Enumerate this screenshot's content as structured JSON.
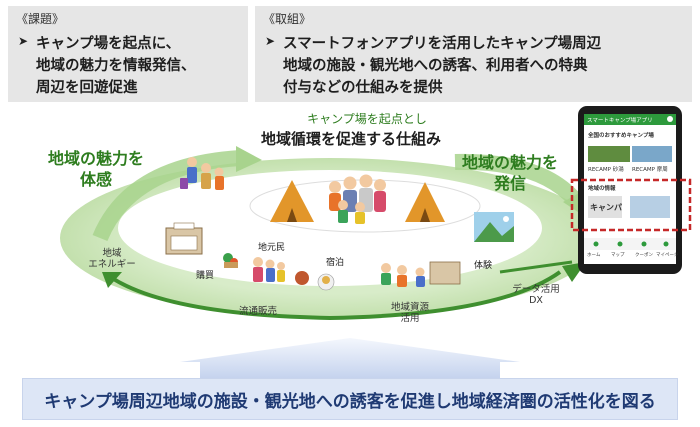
{
  "issue": {
    "title": "《課題》",
    "lines": [
      "キャンプ場を起点に、",
      "地域の魅力を情報発信、",
      "周辺を回遊促進"
    ]
  },
  "action": {
    "title": "《取組》",
    "lines": [
      "スマートフォンアプリを活用したキャンプ場周辺",
      "地域の施設・観光地への誘客、利用者への特典",
      "付与などの仕組みを提供"
    ]
  },
  "center": {
    "subtitle": "キャンプ場を起点とし",
    "title": "地域循環を促進する仕組み"
  },
  "left_label": [
    "地域の魅力を",
    "体感"
  ],
  "right_label": [
    "地域の魅力を",
    "発信"
  ],
  "labels": {
    "local_energy": [
      "地域",
      "エネルギー"
    ],
    "purchase": "購買",
    "locals": "地元民",
    "stay": "宿泊",
    "experience": "体験",
    "distribution": "流通販売",
    "resources": [
      "地域資源",
      "活用"
    ],
    "data_dx": [
      "データ活用",
      "DX"
    ]
  },
  "phone": {
    "app_title": "スマートキャンプ場アプリ",
    "section1": "全国のおすすめキャンプ場",
    "section2": "地域の情報",
    "logo_text": "キャンパ",
    "item_a": "RECAMP 砂湯",
    "item_b": "RECAMP 摩周",
    "nav": [
      "ホーム",
      "マップ",
      "クーポン",
      "マイページ"
    ]
  },
  "bottom_banner": "キャンプ場周辺地域の施設・観光地への誘客を促進し地域経済圏の活性化を図る",
  "colors": {
    "green": "#2e7d1f",
    "light_green": "#c7e3b5",
    "navy": "#1f3a73",
    "highlight": "#c62828"
  }
}
